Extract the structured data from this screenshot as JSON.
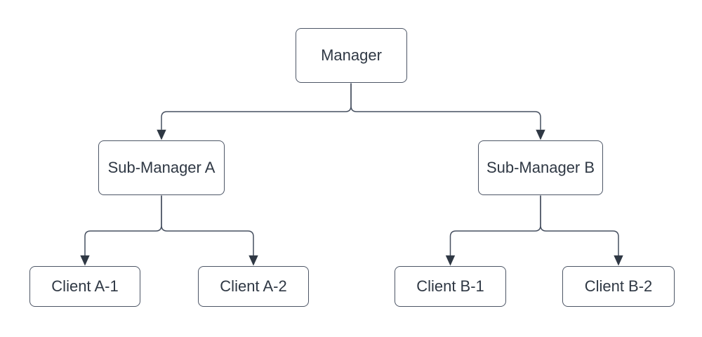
{
  "diagram": {
    "type": "org-chart",
    "nodes": [
      {
        "id": "manager",
        "label": "Manager",
        "level": 1
      },
      {
        "id": "sub-manager-a",
        "label": "Sub-Manager A",
        "level": 2
      },
      {
        "id": "sub-manager-b",
        "label": "Sub-Manager B",
        "level": 2
      },
      {
        "id": "client-a-1",
        "label": "Client A-1",
        "level": 3
      },
      {
        "id": "client-a-2",
        "label": "Client A-2",
        "level": 3
      },
      {
        "id": "client-b-1",
        "label": "Client B-1",
        "level": 3
      },
      {
        "id": "client-b-2",
        "label": "Client B-2",
        "level": 3
      }
    ],
    "edges": [
      {
        "from": "manager",
        "to": "sub-manager-a",
        "arrow": "target"
      },
      {
        "from": "manager",
        "to": "sub-manager-b",
        "arrow": "target"
      },
      {
        "from": "sub-manager-a",
        "to": "client-a-1",
        "arrow": "target"
      },
      {
        "from": "sub-manager-a",
        "to": "client-a-2",
        "arrow": "target"
      },
      {
        "from": "sub-manager-b",
        "to": "client-b-1",
        "arrow": "target"
      },
      {
        "from": "sub-manager-b",
        "to": "client-b-2",
        "arrow": "target"
      }
    ],
    "style": {
      "background": "#ffffff",
      "node_fill": "#ffffff",
      "node_border": "#4d5666",
      "text_color": "#2f3844",
      "connector_color": "#475060",
      "arrow_color": "#2f3844"
    }
  }
}
